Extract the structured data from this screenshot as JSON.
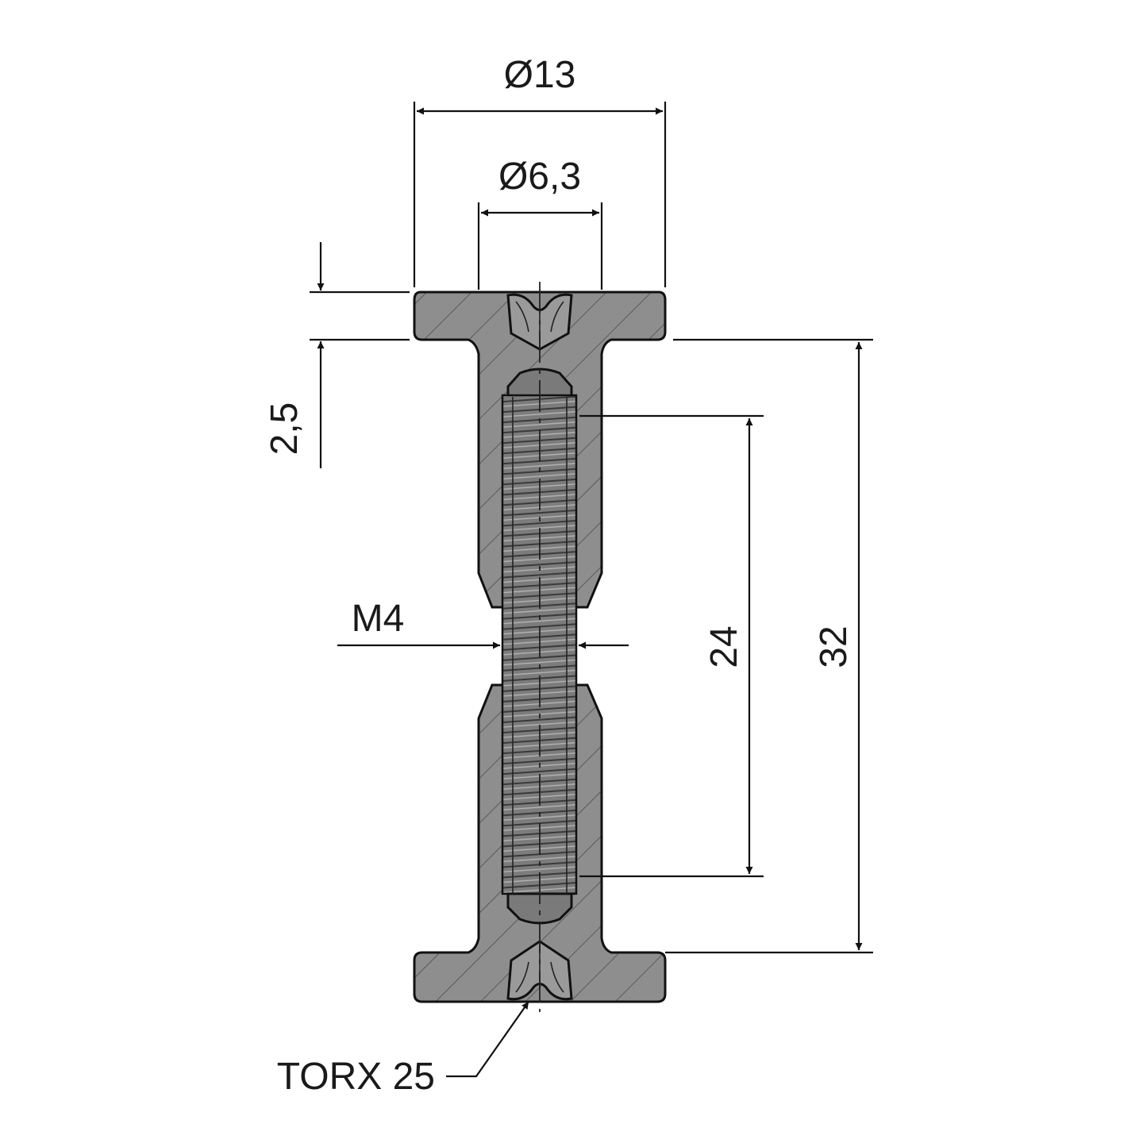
{
  "drawing": {
    "colors": {
      "body_fill": "#8e8e8e",
      "screw_fill": "#7a7a7a",
      "line": "#111111",
      "background": "#ffffff"
    },
    "dimensions": {
      "outer_diameter": "Ø13",
      "inner_diameter": "Ø6,3",
      "flange_thickness": "2,5",
      "thread_length": "24",
      "total_length": "32",
      "thread_size": "M4"
    },
    "callouts": {
      "drive": "TORX 25"
    }
  }
}
